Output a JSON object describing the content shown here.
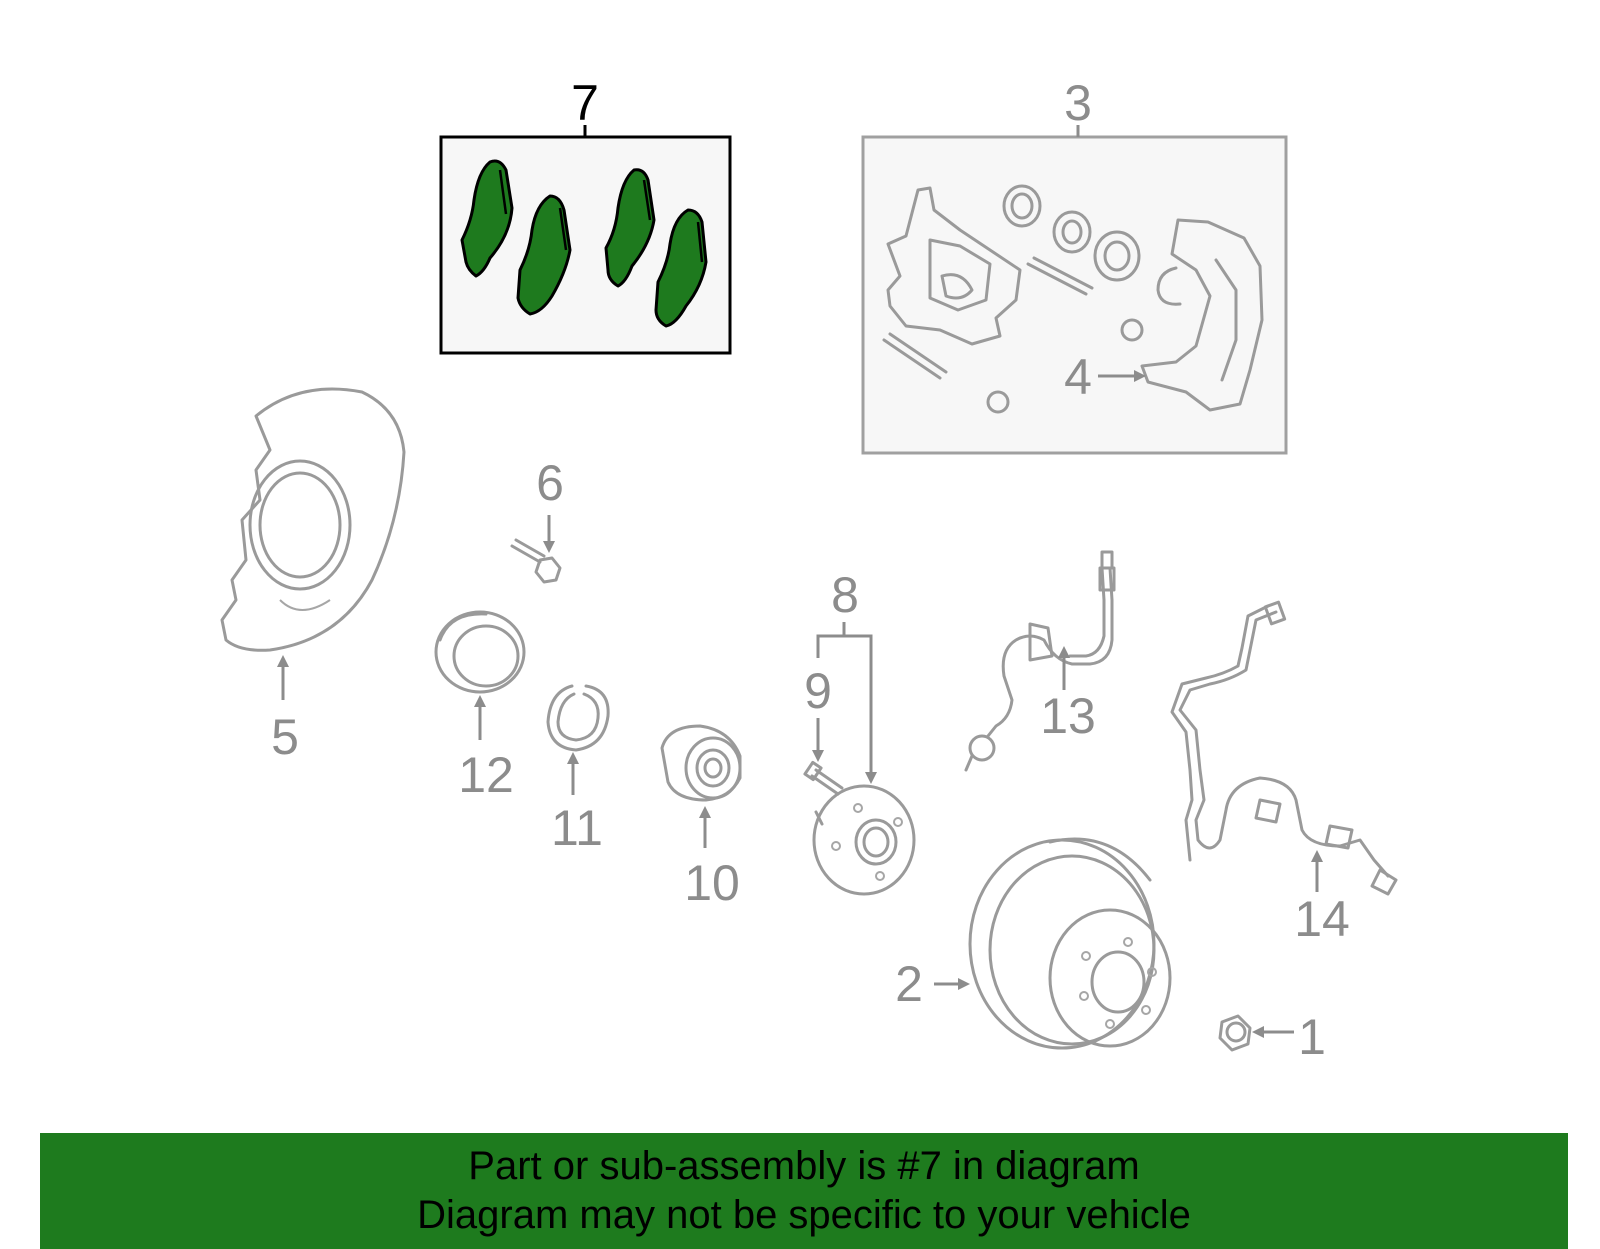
{
  "diagram": {
    "callouts": [
      {
        "id": "7",
        "text": "7",
        "highlighted": true
      },
      {
        "id": "3",
        "text": "3"
      },
      {
        "id": "4",
        "text": "4"
      },
      {
        "id": "5",
        "text": "5"
      },
      {
        "id": "6",
        "text": "6"
      },
      {
        "id": "8",
        "text": "8"
      },
      {
        "id": "9",
        "text": "9"
      },
      {
        "id": "12",
        "text": "12"
      },
      {
        "id": "11",
        "text": "11"
      },
      {
        "id": "10",
        "text": "10"
      },
      {
        "id": "13",
        "text": "13"
      },
      {
        "id": "14",
        "text": "14"
      },
      {
        "id": "2",
        "text": "2"
      },
      {
        "id": "1",
        "text": "1"
      }
    ],
    "colors": {
      "highlight": "#1e7a1e",
      "line": "#9a9a9a",
      "banner": "#1e7b1e"
    }
  },
  "banner": {
    "line1": "Part or sub-assembly is #7 in diagram",
    "line2": "Diagram may not be specific to your vehicle"
  }
}
